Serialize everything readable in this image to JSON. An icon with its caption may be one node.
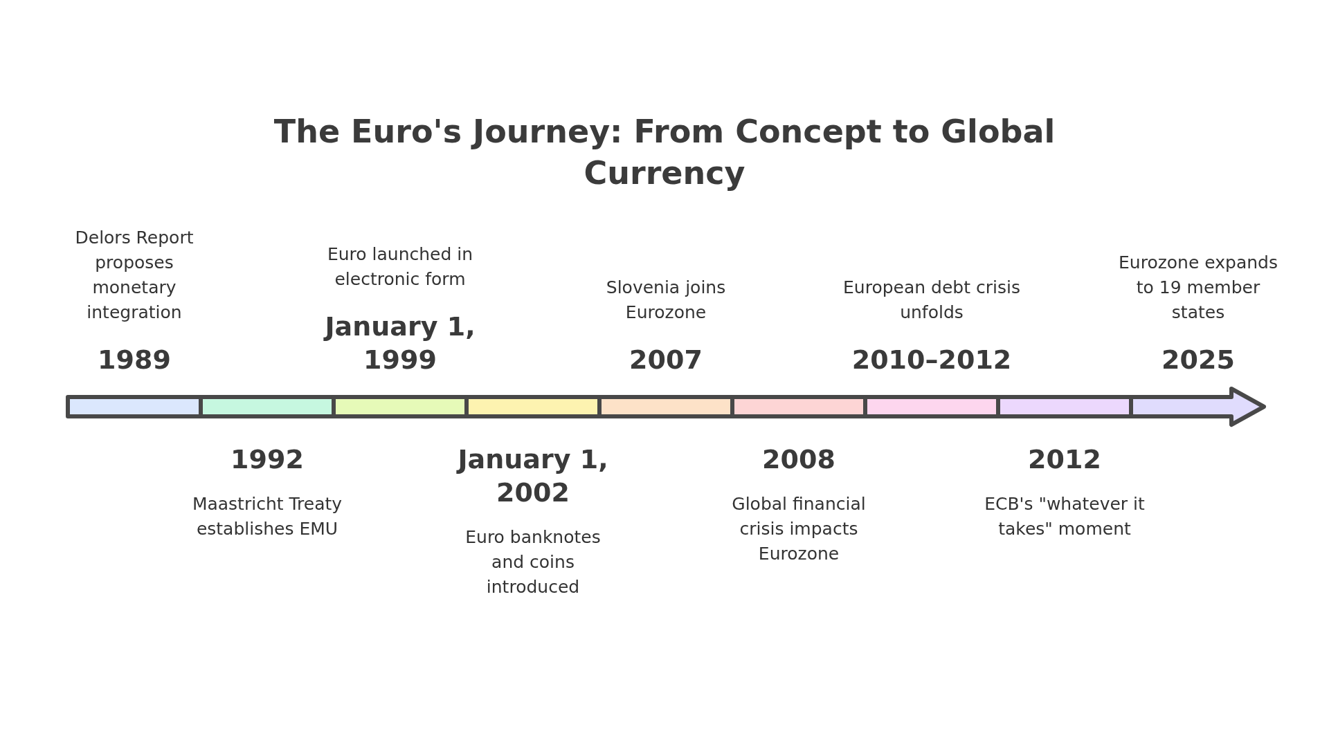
{
  "diagram": {
    "title": "The Euro's Journey: From Concept to Global Currency",
    "nodes": [
      {
        "text": [
          "Delors Report proposes monetary integration",
          "1989"
        ]
      },
      {
        "text": [
          "1992",
          "Maastricht Treaty establishes EMU"
        ]
      },
      {
        "text": [
          "Euro launched in electronic form",
          "January 1, 1999"
        ]
      },
      {
        "text": [
          "January 1, 2002",
          "Euro banknotes and coins introduced"
        ]
      },
      {
        "text": [
          "Slovenia joins Eurozone",
          "2007"
        ]
      },
      {
        "text": [
          "2008",
          "Global financial crisis impacts Eurozone"
        ]
      },
      {
        "text": [
          "European debt crisis unfolds",
          "2010–2012"
        ]
      },
      {
        "text": [
          "2012",
          "ECB's \"whatever it takes\" moment"
        ]
      },
      {
        "text": [
          "Eurozone expands to 19 member states",
          "2025"
        ]
      }
    ]
  }
}
